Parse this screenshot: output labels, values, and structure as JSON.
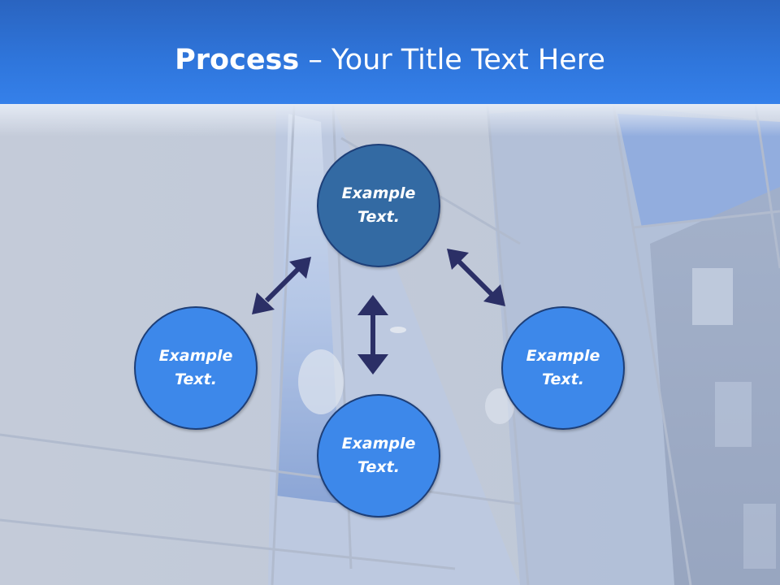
{
  "slide": {
    "title_bold": "Process",
    "title_separator": " – ",
    "title_rest": "Your Title Text Here"
  },
  "nodes": [
    {
      "line1": "Example",
      "line2": "Text."
    },
    {
      "line1": "Example",
      "line2": "Text."
    },
    {
      "line1": "Example",
      "line2": "Text."
    },
    {
      "line1": "Example",
      "line2": "Text."
    }
  ],
  "colors": {
    "title_bar": "#2f76dc",
    "node_top": "#336aa3",
    "node_other": "#3d88ea",
    "node_border": "#1e3f78",
    "arrow": "#2b2f66",
    "text": "#ffffff"
  },
  "icons": {
    "arrows": "double-headed-arrow-icon"
  }
}
